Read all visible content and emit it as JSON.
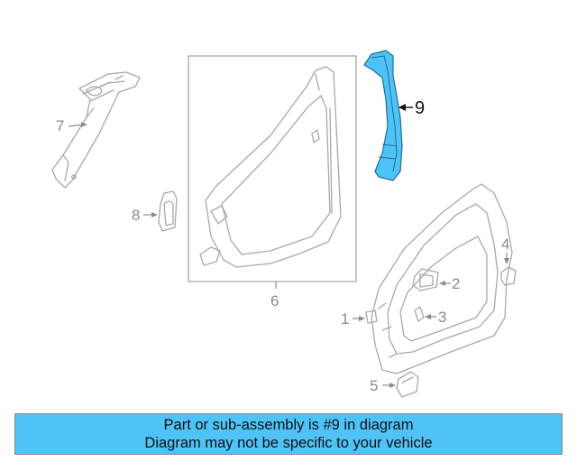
{
  "callouts": {
    "c1": "1",
    "c2": "2",
    "c3": "3",
    "c4": "4",
    "c5": "5",
    "c6": "6",
    "c7": "7",
    "c8": "8",
    "c9": "9"
  },
  "highlighted_part": "9",
  "colors": {
    "highlight": "#4fc3f7",
    "part_outline": "#a8a8a8",
    "banner_background": "#4fc3f7"
  },
  "banner": {
    "line1": "Part or sub-assembly is #9 in diagram",
    "line2": "Diagram may not be specific to your vehicle"
  }
}
